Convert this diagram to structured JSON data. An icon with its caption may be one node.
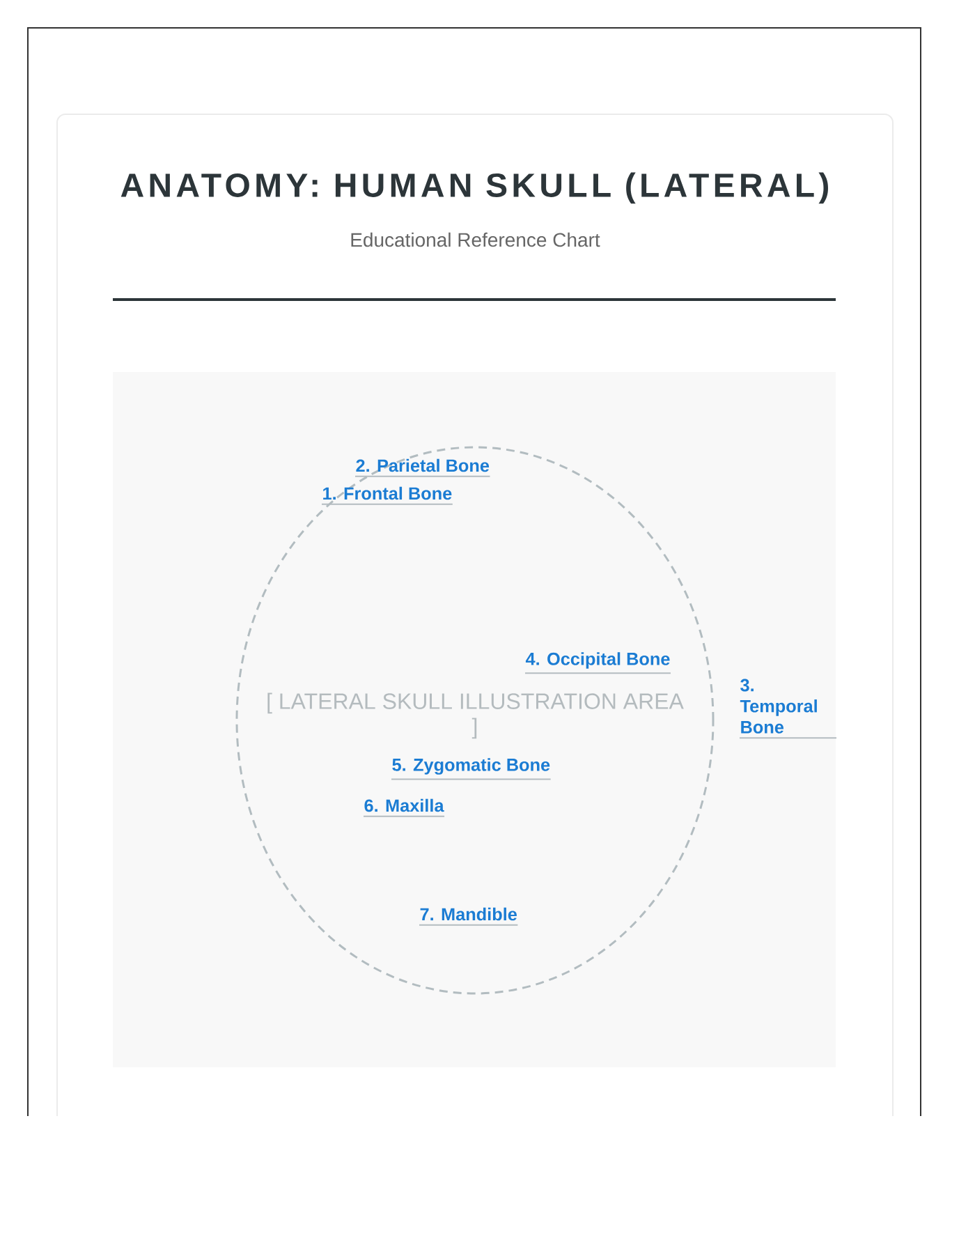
{
  "diagram": {
    "title": "ANATOMY: HUMAN SKULL (LATERAL)",
    "nodes": [
      {
        "text": [
          "[ LATERAL SKULL ILLUSTRATION AREA ]"
        ]
      }
    ],
    "labels": [
      "Educational Reference Chart",
      "2. Parietal Bone",
      "1. Frontal Bone",
      "4. Occipital Bone",
      "3. Temporal Bone",
      "5. Zygomatic Bone",
      "6. Maxilla",
      "7. Mandible"
    ]
  }
}
